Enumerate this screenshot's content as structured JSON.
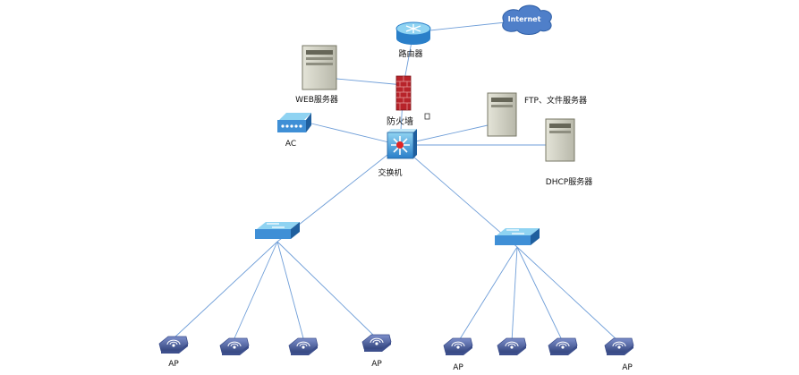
{
  "colors": {
    "link": "#6f9ed8",
    "device_blue": "#3f8fd6",
    "device_blue_light": "#8fd3f2",
    "device_blue_dark": "#1f5f9e",
    "ap_dark": "#3d4f8c",
    "ap_light": "#6d7fbd",
    "server_light": "#d6d6c8",
    "server_dark": "#8e8e80",
    "firewall": "#b8232a",
    "cloud": "#4f7fc9"
  },
  "nodes": {
    "internet": {
      "text": "Internet",
      "icon": "cloud-icon"
    },
    "router": {
      "label": "路由器",
      "icon": "router-icon"
    },
    "web_server": {
      "label": "WEB服务器",
      "icon": "server-icon"
    },
    "firewall": {
      "label": "防火墙",
      "icon": "firewall-icon"
    },
    "ac": {
      "label": "AC",
      "icon": "wireless-controller-icon"
    },
    "core_switch": {
      "label": "交换机",
      "icon": "layer3-switch-icon"
    },
    "ftp_server": {
      "label": "FTP、文件服务器",
      "icon": "server-icon"
    },
    "dhcp_server": {
      "label": "DHCP服务器",
      "icon": "server-icon"
    },
    "switch_left": {
      "icon": "switch-icon"
    },
    "switch_right": {
      "icon": "switch-icon"
    },
    "aps": [
      {
        "label": "AP",
        "icon": "access-point-icon"
      },
      {
        "label": "",
        "icon": "access-point-icon"
      },
      {
        "label": "",
        "icon": "access-point-icon"
      },
      {
        "label": "AP",
        "icon": "access-point-icon"
      },
      {
        "label": "AP",
        "icon": "access-point-icon"
      },
      {
        "label": "",
        "icon": "access-point-icon"
      },
      {
        "label": "",
        "icon": "access-point-icon"
      },
      {
        "label": "AP",
        "icon": "access-point-icon"
      }
    ]
  },
  "links": [
    [
      "router",
      "internet"
    ],
    [
      "router",
      "firewall"
    ],
    [
      "web_server",
      "firewall"
    ],
    [
      "firewall",
      "core_switch"
    ],
    [
      "ac",
      "core_switch"
    ],
    [
      "core_switch",
      "ftp_server"
    ],
    [
      "core_switch",
      "dhcp_server"
    ],
    [
      "core_switch",
      "switch_left"
    ],
    [
      "core_switch",
      "switch_right"
    ],
    [
      "switch_left",
      "ap0"
    ],
    [
      "switch_left",
      "ap1"
    ],
    [
      "switch_left",
      "ap2"
    ],
    [
      "switch_left",
      "ap3"
    ],
    [
      "switch_right",
      "ap4"
    ],
    [
      "switch_right",
      "ap5"
    ],
    [
      "switch_right",
      "ap6"
    ],
    [
      "switch_right",
      "ap7"
    ]
  ]
}
